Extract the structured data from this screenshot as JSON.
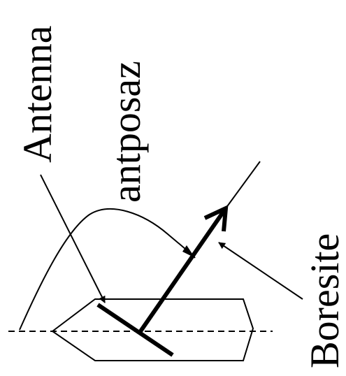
{
  "diagram": {
    "labels": {
      "antenna": "Antenna",
      "antposaz": "antposaz",
      "boresite": "Boresite"
    },
    "colors": {
      "ink": "#000000",
      "background": "#ffffff"
    }
  }
}
